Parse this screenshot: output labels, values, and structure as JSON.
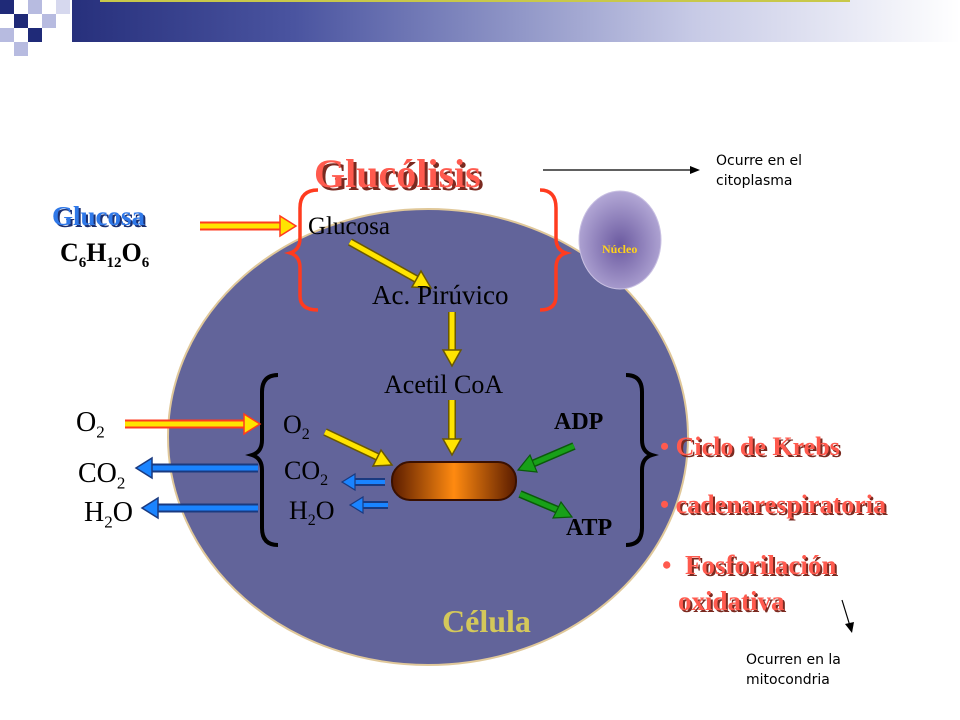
{
  "title": "Glucólisis",
  "note_top": [
    "Ocurre en el",
    "citoplasma"
  ],
  "note_bottom": [
    "Ocurren en la",
    "mitocondria"
  ],
  "input_left": {
    "name": "Glucosa",
    "formula": {
      "c": "C",
      "c_sub": "6",
      "h": "H",
      "h_sub": "12",
      "o": "O",
      "o_sub": "6"
    }
  },
  "glycolysis": {
    "start": "Glucosa",
    "end": "Ac. Pirúvico"
  },
  "nucleus_label": "Núcleo",
  "acetyl": "Acetil CoA",
  "adp": "ADP",
  "atp": "ATP",
  "outside_gases": [
    {
      "base": "O",
      "sub": "2"
    },
    {
      "base": "CO",
      "sub": "2"
    },
    {
      "base": "H",
      "sub": "2",
      "tail": "O"
    }
  ],
  "inside_gases": [
    {
      "base": "O",
      "sub": "2"
    },
    {
      "base": "CO",
      "sub": "2"
    },
    {
      "base": "H",
      "sub": "2",
      "tail": "O"
    }
  ],
  "processes": [
    "Ciclo de Krebs",
    "cadenarespiratoria",
    "Fosforilación",
    "oxidativa"
  ],
  "cell_label": "Célula",
  "colors": {
    "cell": "#62649a",
    "nucleus": "#8e80b8",
    "brace": "#ff3b1f",
    "yellow_arrow": "#ffe400",
    "green_arrow": "#18a018",
    "blue_arrow": "#1a84ff"
  }
}
